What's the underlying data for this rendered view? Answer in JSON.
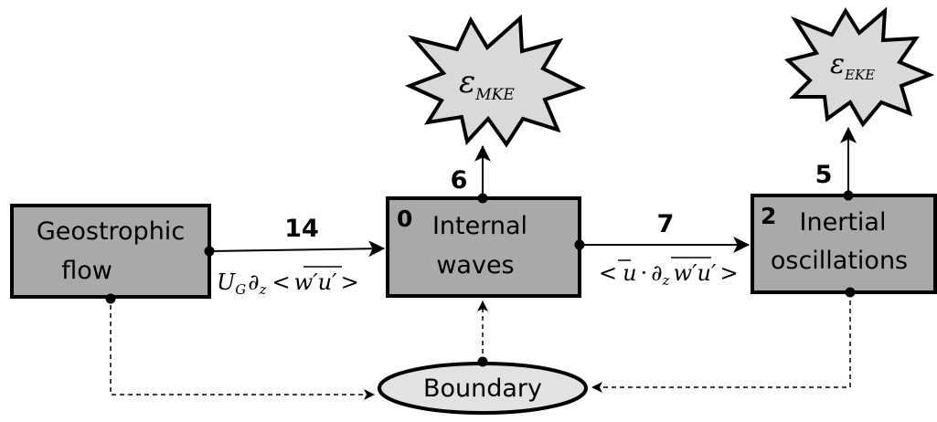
{
  "nodes": {
    "geostrophic": {
      "label_line1": "Geostrophic",
      "label_line2": "flow"
    },
    "internal": {
      "number": "0",
      "label_line1": "Internal",
      "label_line2": "waves"
    },
    "inertial": {
      "number": "2",
      "label_line1": "Inertial",
      "label_line2": "oscillations"
    },
    "boundary": {
      "label": "Boundary"
    }
  },
  "sinks": {
    "mke": {
      "symbol": "ε",
      "subscript": "MKE",
      "value": "6"
    },
    "eke": {
      "symbol": "ε",
      "subscript": "EKE",
      "value": "5"
    }
  },
  "fluxes": {
    "geo_to_internal": {
      "value": "14",
      "formula": {
        "U": "U",
        "U_sub": "G",
        "d": "∂",
        "d_sub": "z",
        "lt": "<",
        "term": "w′u′",
        "gt": ">"
      }
    },
    "internal_to_inertial": {
      "value": "7",
      "formula": {
        "lt": "<",
        "ubar": "u",
        "dot": "·",
        "d": "∂",
        "d_sub": "z",
        "term": "w′u′",
        "gt": ">"
      }
    }
  },
  "colors": {
    "box_fill": "#a9a9a9",
    "ellipse_fill": "#e2e2e2",
    "star_fill": "#d9d9d9",
    "line": "#000000"
  }
}
